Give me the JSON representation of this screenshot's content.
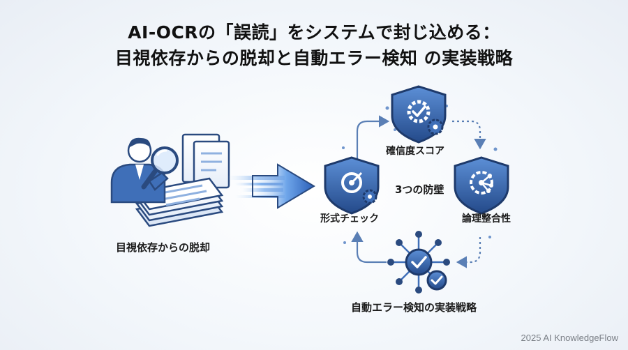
{
  "title": {
    "line1": "AI-OCRの「誤読」をシステムで封じ込める：",
    "line2": "目視依存からの脱却と自動エラー検知 の実装戦略"
  },
  "left": {
    "caption": "目視依存からの脱却"
  },
  "cycle": {
    "center": "3つの防壁",
    "top": "確信度スコア",
    "left": "形式チェック",
    "right": "論理整合性",
    "bottom": "自動エラー検知の実装戦略"
  },
  "footer": "2025 AI KnowledgeFlow",
  "colors": {
    "navy": "#2a4a7f",
    "blue": "#3f6fb8",
    "light_blue": "#8fb1e0",
    "accent": "#1e88e5"
  }
}
